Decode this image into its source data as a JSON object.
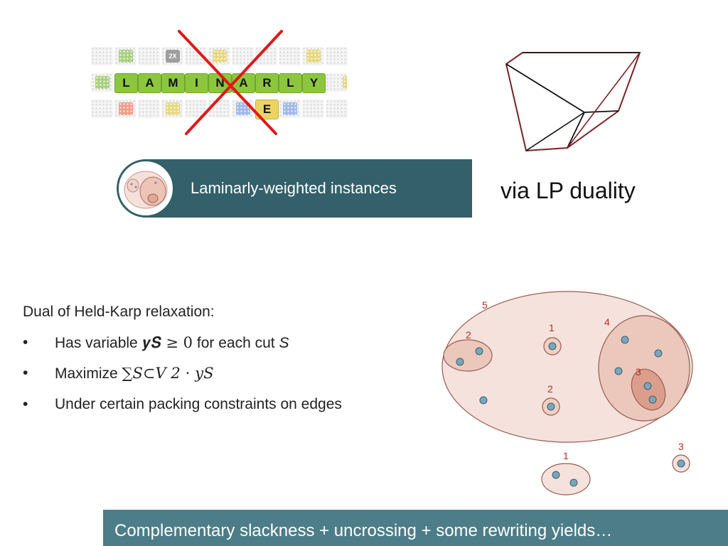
{
  "wordle": {
    "letters": [
      "L",
      "A",
      "M",
      "I",
      "N",
      "A",
      "R",
      "L",
      "Y"
    ],
    "below_letter": "E",
    "badge": "2X",
    "colors": {
      "green": "#8cc63f",
      "yellow": "#ecd463",
      "cross": "#e01818"
    }
  },
  "banner": {
    "text": "Laminarly-weighted instances",
    "color": "#33606a"
  },
  "via_lp": "via LP duality",
  "dual": {
    "title": "Dual of Held-Karp relaxation:",
    "bullets": [
      {
        "bullet": "•",
        "prefix": "Has variable ",
        "math": "𝒚𝑺 ≥ 0",
        "suffix": " for each cut ",
        "var": "S"
      },
      {
        "bullet": "•",
        "prefix": "Maximize ",
        "math": "∑S⊂V 2 ⋅ yS"
      },
      {
        "bullet": "•",
        "text": "Under certain packing constraints on edges"
      }
    ]
  },
  "laminar": {
    "labels": {
      "outer": "5",
      "left_small": "2",
      "top_mid": "1",
      "right_set": "4",
      "inner_right": "3",
      "mid": "2",
      "bottom": "1",
      "far_right": "3"
    },
    "colors": {
      "fill": "#f2d6cd",
      "stroke": "#9a5a50",
      "label": "#b43020",
      "node": "#7aa6bc"
    }
  },
  "bottom_text": "Complementary slackness + uncrossing + some rewriting yields…"
}
